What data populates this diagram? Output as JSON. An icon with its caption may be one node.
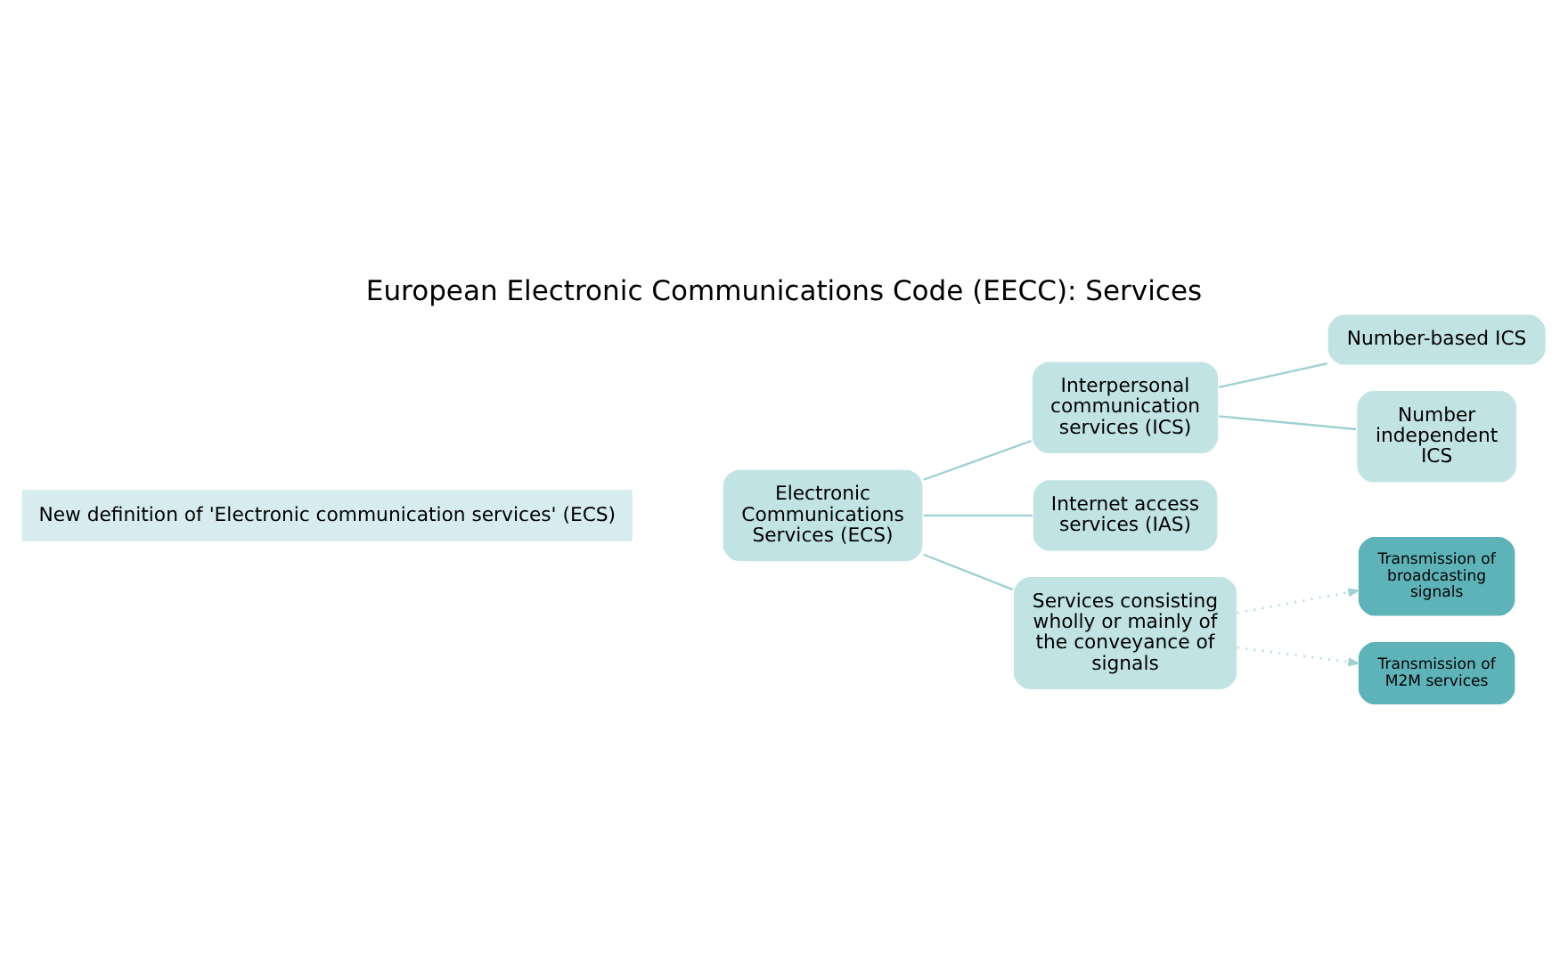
{
  "diagram": {
    "title": "European Electronic Communications Code (EECC): Services",
    "nodes": [
      {
        "text": [
          "Electronic Communications Services (ECS)"
        ]
      },
      {
        "text": [
          "Interpersonal communication services (ICS)"
        ]
      },
      {
        "text": [
          "Internet access services (IAS)"
        ]
      },
      {
        "text": [
          "Services consisting wholly or mainly of the conveyance of signals"
        ]
      },
      {
        "text": [
          "Number-based ICS"
        ]
      },
      {
        "text": [
          "Number independent ICS"
        ]
      },
      {
        "text": [
          "Transmission of broadcasting signals"
        ]
      },
      {
        "text": [
          "Transmission of M2M services"
        ]
      }
    ],
    "edges": [
      {
        "from": 0,
        "to": 1,
        "arrow": "none"
      },
      {
        "from": 0,
        "to": 2,
        "arrow": "none"
      },
      {
        "from": 0,
        "to": 3,
        "arrow": "none"
      },
      {
        "from": 1,
        "to": 4,
        "arrow": "none"
      },
      {
        "from": 1,
        "to": 5,
        "arrow": "none"
      },
      {
        "from": 3,
        "to": 6,
        "arrow": "to",
        "style": "dashed"
      },
      {
        "from": 3,
        "to": 7,
        "arrow": "to",
        "style": "dashed"
      }
    ],
    "labels": [
      "New definition of 'Electronic communication services' (ECS)"
    ]
  }
}
